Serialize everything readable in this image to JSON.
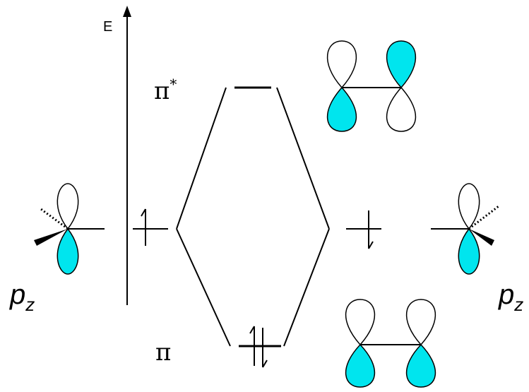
{
  "axis": {
    "label": "E"
  },
  "levels": {
    "pi_star": {
      "symbol": "π",
      "superscript": "*"
    },
    "pi": {
      "symbol": "π"
    }
  },
  "atomic_orbitals": {
    "left": {
      "symbol": "p",
      "subscript": "z"
    },
    "right": {
      "symbol": "p",
      "subscript": "z"
    }
  },
  "colors": {
    "lobe_fill": "#00e5ee",
    "line": "#000000"
  }
}
